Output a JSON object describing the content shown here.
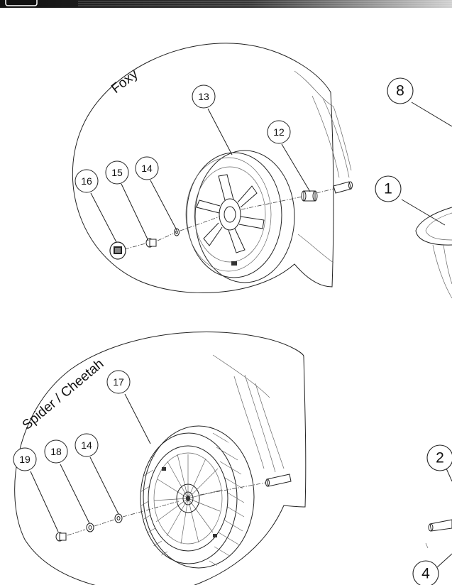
{
  "header": {
    "colors": {
      "bar": "#1a1a1a",
      "tab_border": "#ffffff"
    }
  },
  "variants": [
    {
      "label": "Foxy"
    },
    {
      "label": "Spider / Cheetah"
    }
  ],
  "callouts": {
    "c1": "1",
    "c2": "2",
    "c4": "4",
    "c8": "8",
    "c12": "12",
    "c13": "13",
    "c14a": "14",
    "c14b": "14",
    "c15": "15",
    "c16": "16",
    "c17": "17",
    "c18": "18",
    "c19": "19"
  }
}
